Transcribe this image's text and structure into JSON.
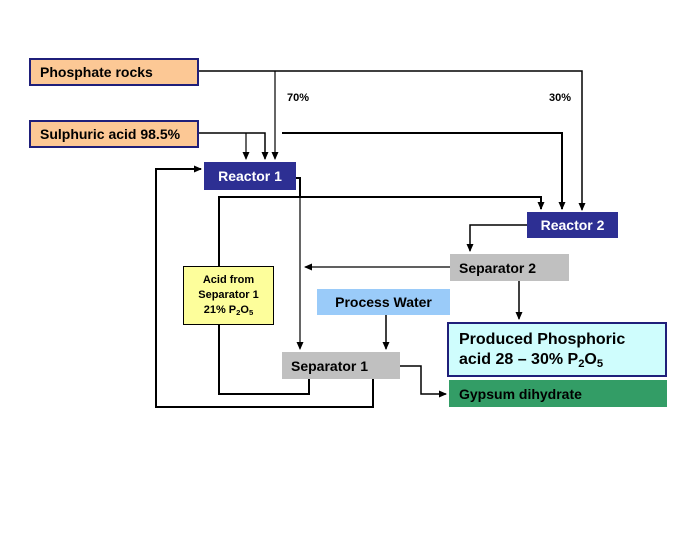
{
  "nodes": {
    "phosphate_rocks": "Phosphate rocks",
    "sulphuric_acid": "Sulphuric acid 98.5%",
    "reactor_1": "Reactor 1",
    "reactor_2": "Reactor 2",
    "separator_2": "Separator 2",
    "process_water": "Process Water",
    "separator_1": "Separator 1",
    "gypsum": "Gypsum dihydrate",
    "produced_acid": {
      "line1": "Produced Phosphoric",
      "line2_prefix": "acid 28 – 30% P",
      "sub1": "2",
      "mid": "O",
      "sub2": "5"
    },
    "acid_from_separator": {
      "line1": "Acid from",
      "line2": "Separator 1",
      "line3_prefix": "21% P",
      "sub1": "2",
      "mid": "O",
      "sub2": "5"
    }
  },
  "labels": {
    "split_reactor_1": "70%",
    "split_reactor_2": "30%"
  },
  "colors": {
    "feed_box": "#fcc895",
    "reactor": "#2d2f93",
    "separator": "#c0c0c0",
    "water": "#9acbf9",
    "product": "#cffdfd",
    "gypsum": "#339d66",
    "recycle_acid": "#fdfe9b"
  }
}
